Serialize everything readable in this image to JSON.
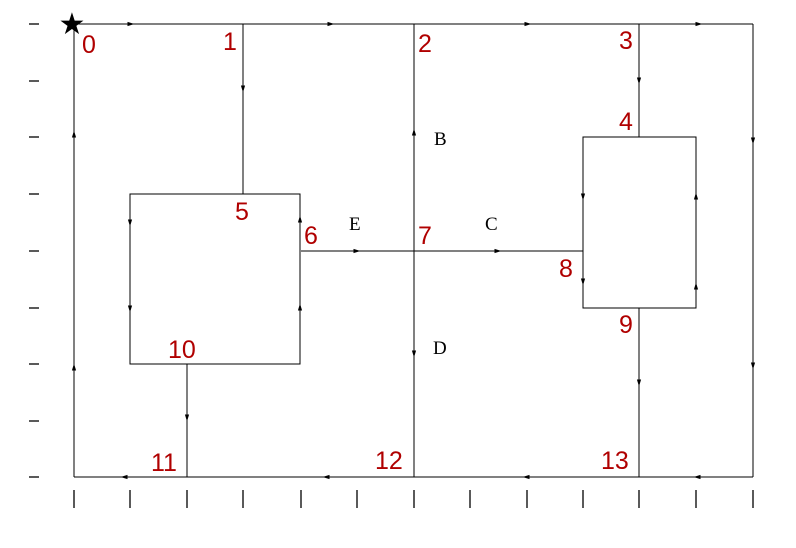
{
  "colors": {
    "line": "#000000",
    "node_label": "#b00000"
  },
  "start_marker": {
    "icon": "star-icon",
    "glyph": "★"
  },
  "nodes": [
    {
      "id": "0",
      "label": "0"
    },
    {
      "id": "1",
      "label": "1"
    },
    {
      "id": "2",
      "label": "2"
    },
    {
      "id": "3",
      "label": "3"
    },
    {
      "id": "4",
      "label": "4"
    },
    {
      "id": "5",
      "label": "5"
    },
    {
      "id": "6",
      "label": "6"
    },
    {
      "id": "7",
      "label": "7"
    },
    {
      "id": "8",
      "label": "8"
    },
    {
      "id": "9",
      "label": "9"
    },
    {
      "id": "10",
      "label": "10"
    },
    {
      "id": "11",
      "label": "11"
    },
    {
      "id": "12",
      "label": "12"
    },
    {
      "id": "13",
      "label": "13"
    }
  ],
  "edge_labels": [
    "B",
    "E",
    "C",
    "D"
  ]
}
